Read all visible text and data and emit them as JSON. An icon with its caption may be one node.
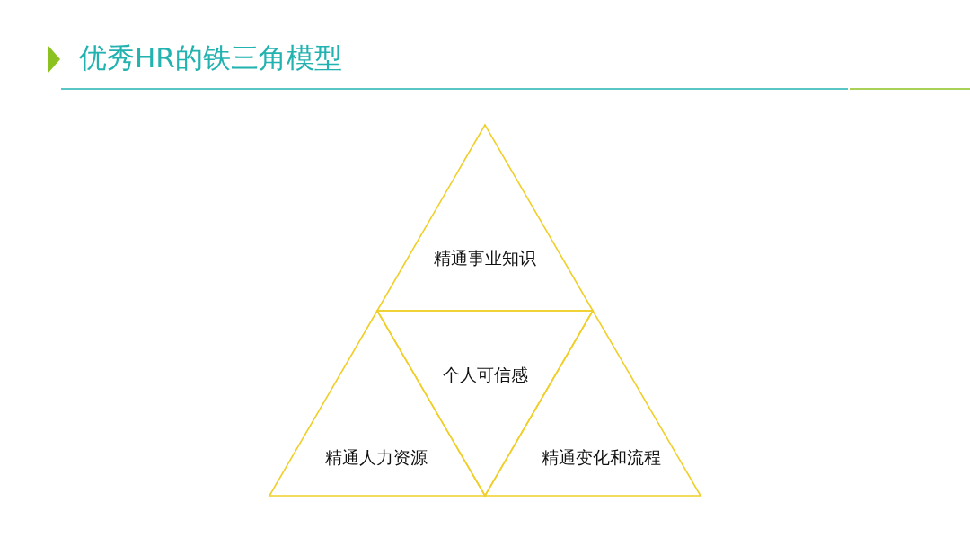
{
  "diagram": {
    "title": "优秀HR的铁三角模型",
    "nodes": [
      {
        "text": [
          "精通事业知识"
        ]
      },
      {
        "text": [
          "个人可信感"
        ]
      },
      {
        "text": [
          "精通人力资源"
        ]
      },
      {
        "text": [
          "精通变化和流程"
        ]
      }
    ],
    "edges": []
  }
}
